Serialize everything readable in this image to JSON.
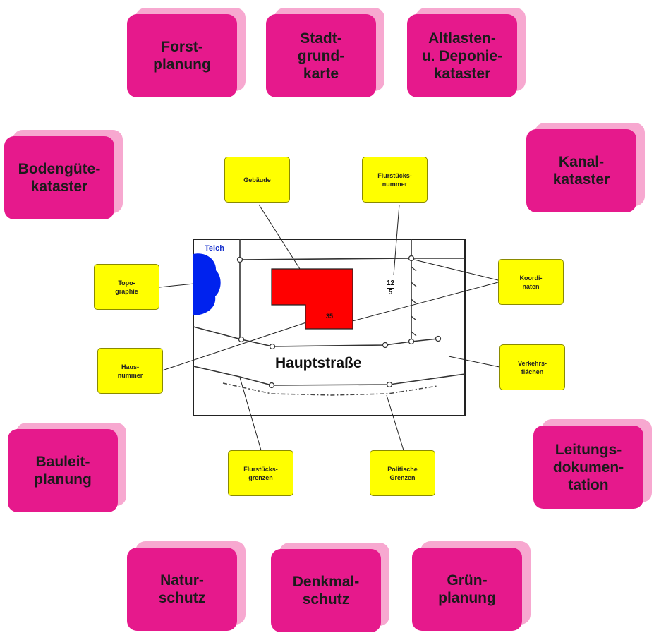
{
  "applications": [
    {
      "id": "forst",
      "text": "Forst-\nplanung"
    },
    {
      "id": "stadt",
      "text": "Stadt-\ngrund-\nkarte"
    },
    {
      "id": "altlasten",
      "text": "Altlasten-\nu. Deponie-\nkataster"
    },
    {
      "id": "boden",
      "text": "Bodengüte-\nkataster"
    },
    {
      "id": "kanal",
      "text": "Kanal-\nkataster"
    },
    {
      "id": "bauleit",
      "text": "Bauleit-\nplanung"
    },
    {
      "id": "leitung",
      "text": "Leitungs-\ndokumen-\ntation"
    },
    {
      "id": "natur",
      "text": "Natur-\nschutz"
    },
    {
      "id": "denkmal",
      "text": "Denkmal-\nschutz"
    },
    {
      "id": "gruen",
      "text": "Grün-\nplanung"
    }
  ],
  "labels": [
    {
      "id": "gebaeude",
      "text": "Gebäude"
    },
    {
      "id": "flurstuecksnummer",
      "text": "Flurstücks-\nnummer"
    },
    {
      "id": "topographie",
      "text": "Topo-\ngraphie"
    },
    {
      "id": "koordinaten",
      "text": "Koordi-\nnaten"
    },
    {
      "id": "hausnummer",
      "text": "Haus-\nnummer"
    },
    {
      "id": "verkehrsflaechen",
      "text": "Verkehrs-\nflächen"
    },
    {
      "id": "flurstuecksgrenzen",
      "text": "Flurstücks-\ngrenzen"
    },
    {
      "id": "politische_grenzen",
      "text": "Politische\nGrenzen"
    }
  ],
  "map": {
    "pond_label": "Teich",
    "street_name": "Hauptstraße",
    "house_number": "35",
    "parcel_numerator": "12",
    "parcel_denominator": "5"
  },
  "colors": {
    "application_fill": "#e6198c",
    "application_shadow": "#f7a8d0",
    "label_fill": "#ffff00",
    "building_fill": "#ff0000",
    "pond_fill": "#0022ee"
  }
}
